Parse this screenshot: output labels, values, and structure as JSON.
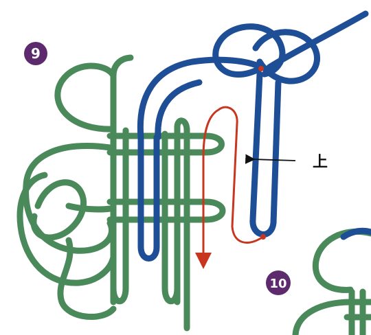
{
  "steps": [
    {
      "number": "9"
    },
    {
      "number": "10"
    }
  ],
  "annotation": {
    "text": "上"
  },
  "colors": {
    "green_cord": "#4a8a5a",
    "blue_cord": "#1e4f96",
    "red_path": "#c8361f",
    "outline": "#ffffff",
    "badge": "#5e2a6e"
  },
  "icons": [
    "arrow-left-icon",
    "arrow-down-icon"
  ]
}
